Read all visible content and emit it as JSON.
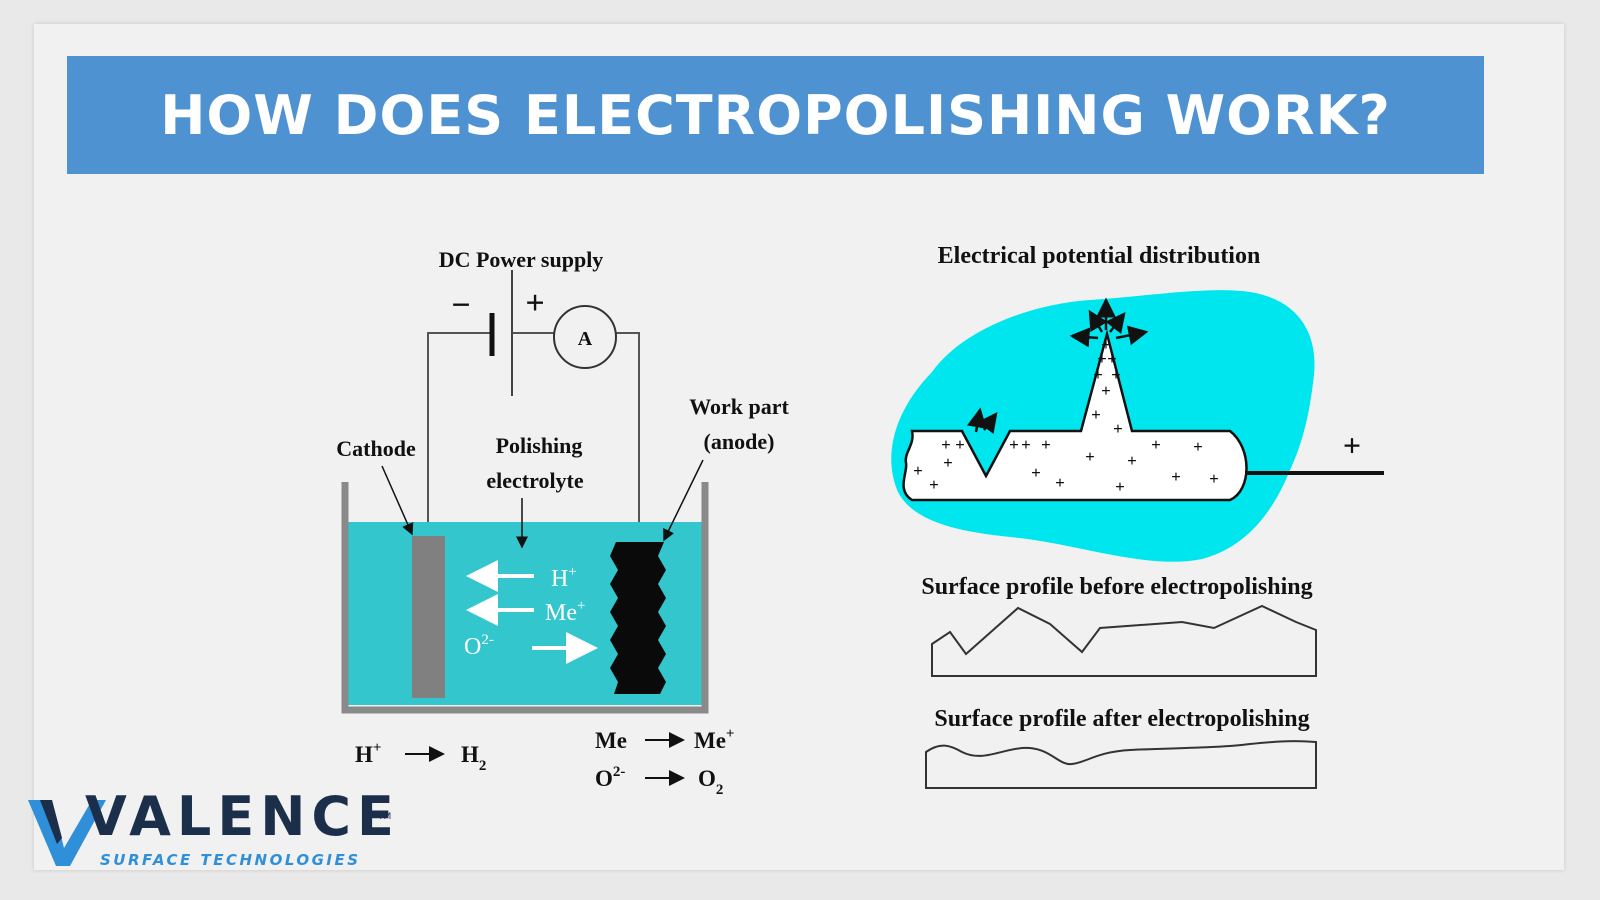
{
  "banner": {
    "title": "HOW DOES ELECTROPOLISHING WORK?",
    "color": "#4f92d2"
  },
  "left_diagram": {
    "power_label": "DC Power supply",
    "minus": "−",
    "plus": "+",
    "ammeter": "A",
    "cathode_label": "Cathode",
    "electrolyte_label_line1": "Polishing",
    "electrolyte_label_line2": "electrolyte",
    "workpart_label_line1": "Work part",
    "workpart_label_line2": "(anode)",
    "ions": {
      "h": "H",
      "h_sup": "+",
      "me": "Me",
      "me_sup": "+",
      "o": "O",
      "o_sup": "2-"
    },
    "reaction_cathode": {
      "lhs": "H",
      "lhs_sup": "+",
      "rhs": "H",
      "rhs_sub": "2"
    },
    "reaction_anode_1": {
      "lhs": "Me",
      "rhs": "Me",
      "rhs_sup": "+"
    },
    "reaction_anode_2": {
      "lhs": "O",
      "lhs_sup": "2-",
      "rhs": "O",
      "rhs_sub": "2"
    },
    "electrolyte_color": "#33c6cd"
  },
  "right_diagram": {
    "potential_title": "Electrical potential distribution",
    "plus": "+",
    "charge": "+",
    "before_title": "Surface profile before electropolishing",
    "after_title": "Surface profile after electropolishing",
    "field_color": "#00e6ee"
  },
  "logo": {
    "word": "VALENCE",
    "tm": "TM",
    "subtitle": "SURFACE TECHNOLOGIES"
  }
}
